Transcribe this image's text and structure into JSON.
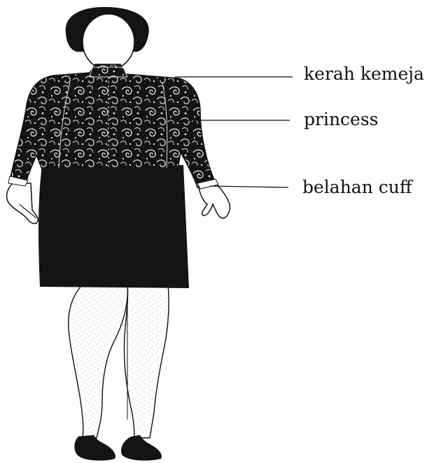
{
  "callouts": [
    {
      "id": "collar",
      "text": "kerah kemeja"
    },
    {
      "id": "princess",
      "text": "princess"
    },
    {
      "id": "cuff",
      "text": "belahan cuff"
    }
  ],
  "colors": {
    "garment": "#141414",
    "batik_motif": "#d8d8d8",
    "skin": "#ffffff",
    "outline": "#111111",
    "stocking_speckle": "#8a8a8a"
  }
}
